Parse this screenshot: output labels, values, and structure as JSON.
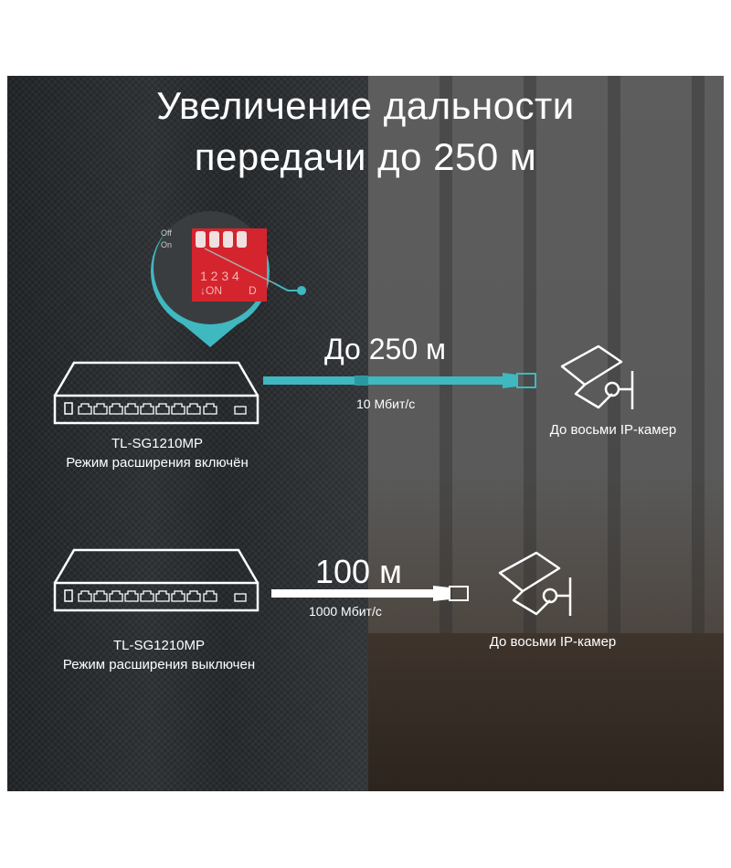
{
  "title": {
    "line1": "Увеличение дальности",
    "line2": "передачи до 250 м"
  },
  "dip_switch": {
    "off_label": "Off",
    "on_label": "On",
    "numbers": "1 2 3 4",
    "on_marker": "↓ON",
    "extra": "D"
  },
  "extended": {
    "distance": "До 250 м",
    "speed": "10 Мбит/с",
    "model": "TL-SG1210MP",
    "mode": "Режим расширения включён",
    "cameras": "До восьми IP-камер",
    "cable_color": "#3fb8c0"
  },
  "standard": {
    "distance": "100 м",
    "speed": "1000 Мбит/с",
    "model": "TL-SG1210MP",
    "mode": "Режим расширения выключен",
    "cameras": "До восьми IP-камер",
    "cable_color": "#ffffff"
  }
}
